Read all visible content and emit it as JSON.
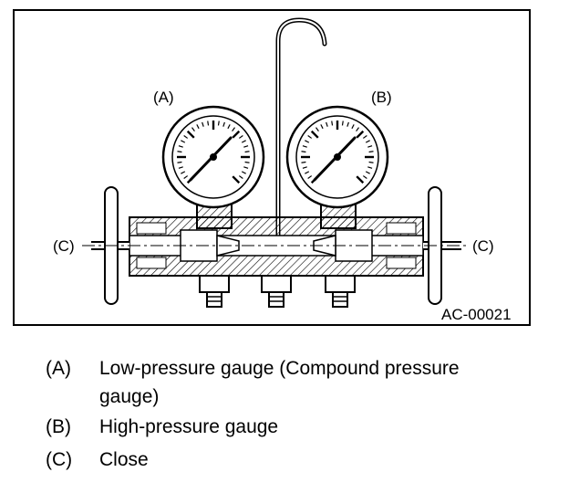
{
  "figure": {
    "callouts": {
      "a": "(A)",
      "b": "(B)",
      "c_left": "(C)",
      "c_right": "(C)"
    },
    "figure_code": "AC-00021"
  },
  "legend": {
    "items": [
      {
        "key": "(A)",
        "text_line1": "Low-pressure gauge (Compound pressure",
        "text_line2": "gauge)"
      },
      {
        "key": "(B)",
        "text_line1": "High-pressure gauge"
      },
      {
        "key": "(C)",
        "text_line1": "Close"
      }
    ]
  }
}
